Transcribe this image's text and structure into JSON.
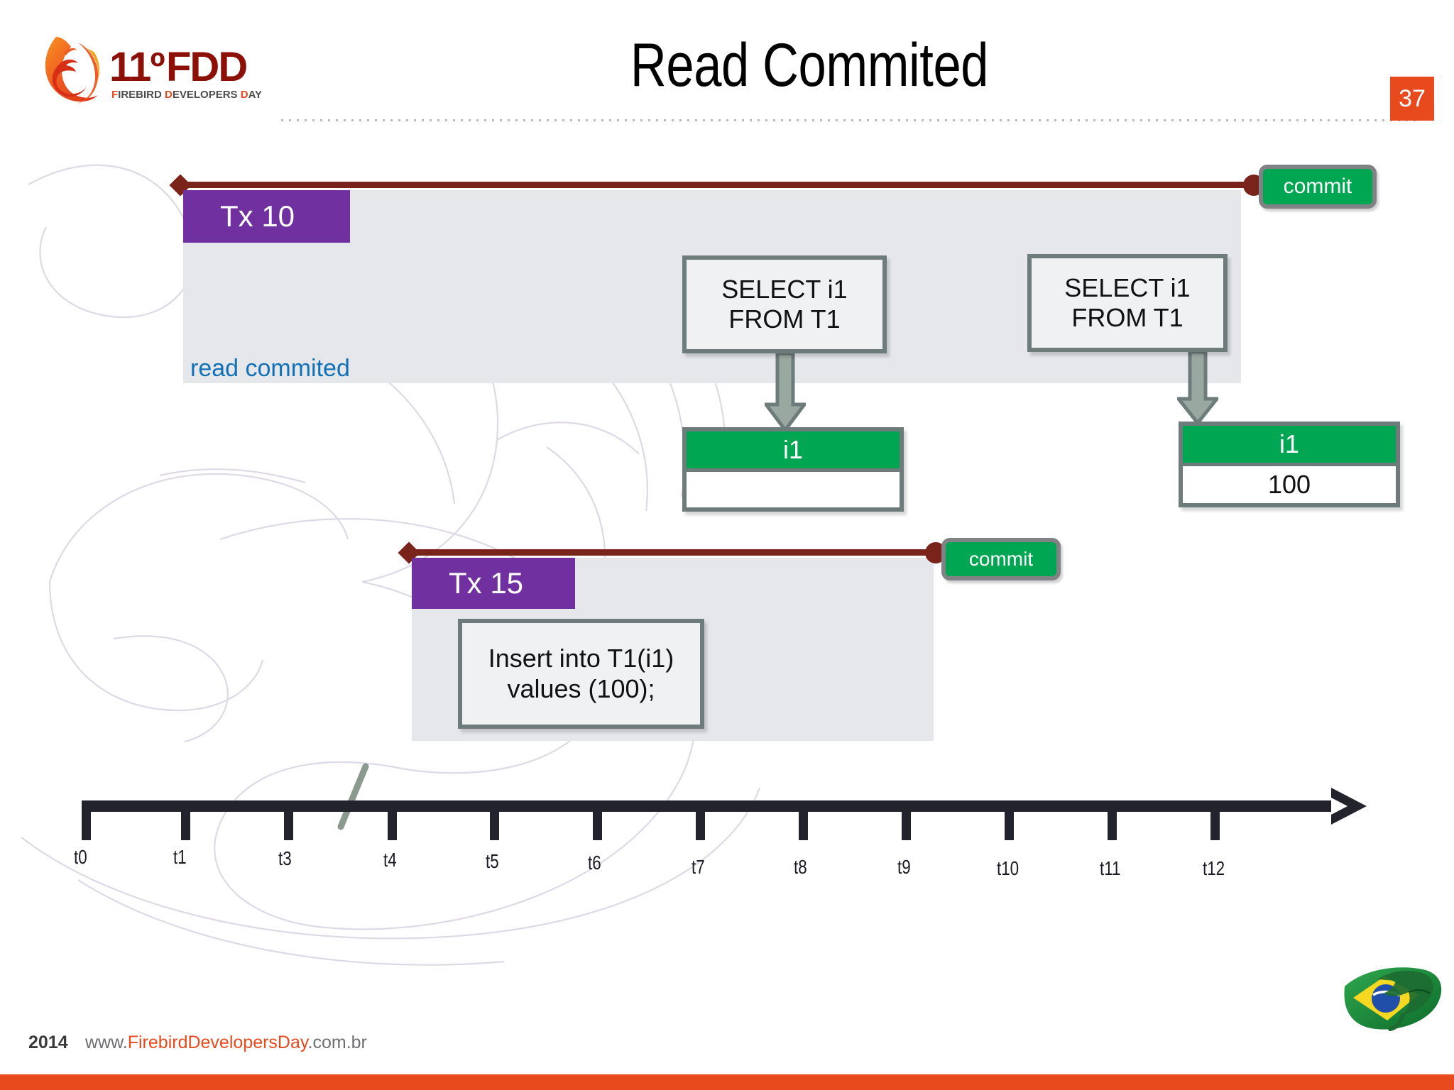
{
  "header": {
    "title": "Read Commited",
    "page_number": "37",
    "logo": {
      "mark": "firebird-phoenix-logo",
      "edition": "11º",
      "acronym": "FDD",
      "tagline": "FIREBIRD DEVELOPERS DAY"
    },
    "accent_color": "#e8491d"
  },
  "diagram": {
    "transactions": [
      {
        "id": "tx10",
        "label": "Tx 10",
        "isolation_note": "read commited",
        "commit_label": "commit",
        "statements": [
          {
            "line1": "SELECT i1",
            "line2": "FROM T1"
          },
          {
            "line1": "SELECT i1",
            "line2": "FROM T1"
          }
        ],
        "results": [
          {
            "column": "i1",
            "value": ""
          },
          {
            "column": "i1",
            "value": "100"
          }
        ]
      },
      {
        "id": "tx15",
        "label": "Tx 15",
        "commit_label": "commit",
        "statements": [
          {
            "line1": "Insert into T1(i1)",
            "line2": "values (100);"
          }
        ]
      }
    ],
    "colors": {
      "tx_label_purple": "#7030a0",
      "tx_line_dark_red": "#7a231b",
      "panel_gray": "#e6e7eb",
      "commit_green": "#00a651",
      "box_border_gray": "#6e7b7b",
      "note_blue": "#1071b8"
    }
  },
  "timeline": {
    "ticks": [
      "t0",
      "t1",
      "t3",
      "t4",
      "t5",
      "t6",
      "t7",
      "t8",
      "t9",
      "t10",
      "t11",
      "t12"
    ],
    "arrow_direction": "right"
  },
  "footer": {
    "year": "2014",
    "url_prefix": "www.",
    "url_brand": "FirebirdDevelopersDay",
    "url_suffix": ".com.br",
    "flag": "brazil-flag-bird"
  }
}
